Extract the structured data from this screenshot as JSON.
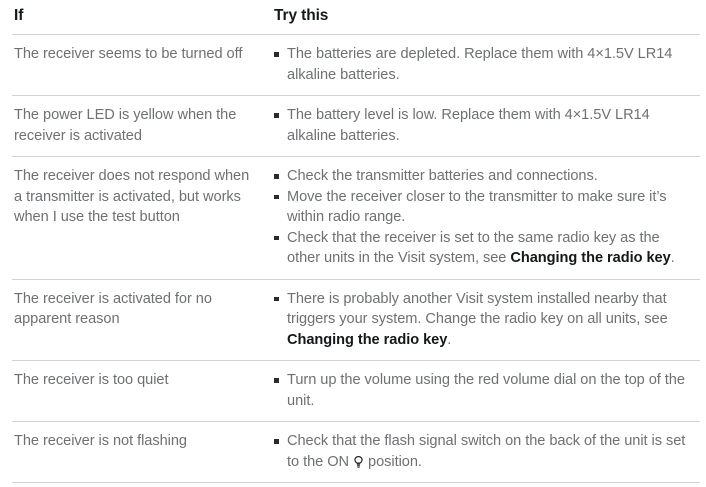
{
  "table": {
    "headers": {
      "if": "If",
      "try": "Try this"
    },
    "rows": [
      {
        "if": "The receiver seems to be turned off",
        "bullets": [
          {
            "segments": [
              {
                "text": "The batteries are depleted. Replace them with 4×1.5V LR14 alkaline batteries.",
                "bold": false
              }
            ]
          }
        ]
      },
      {
        "if": "The power LED is yellow when the receiver is activated",
        "bullets": [
          {
            "segments": [
              {
                "text": "The battery level is low. Replace them with 4×1.5V LR14 alkaline batteries.",
                "bold": false
              }
            ]
          }
        ]
      },
      {
        "if": "The receiver does not respond when a transmitter is activated, but works when I use the test button",
        "bullets": [
          {
            "segments": [
              {
                "text": "Check the transmitter batteries and connections.",
                "bold": false
              }
            ]
          },
          {
            "segments": [
              {
                "text": "Move the receiver closer to the transmitter to make sure it’s within radio range.",
                "bold": false
              }
            ]
          },
          {
            "segments": [
              {
                "text": "Check that the receiver is set to the same radio key as the other units in the Visit system, see ",
                "bold": false
              },
              {
                "text": "Changing the radio key",
                "bold": true
              },
              {
                "text": ".",
                "bold": false
              }
            ]
          }
        ]
      },
      {
        "if": "The receiver is activated for no apparent reason",
        "bullets": [
          {
            "segments": [
              {
                "text": "There is probably another Visit system installed nearby that triggers your system. Change the radio key on all units, see ",
                "bold": false
              },
              {
                "text": "Changing the radio key",
                "bold": true
              },
              {
                "text": ".",
                "bold": false
              }
            ]
          }
        ]
      },
      {
        "if": "The receiver is too quiet",
        "bullets": [
          {
            "segments": [
              {
                "text": "Turn up the volume using the red volume dial on the top of the unit.",
                "bold": false
              }
            ]
          }
        ]
      },
      {
        "if": "The receiver is not flashing",
        "bullets": [
          {
            "segments": [
              {
                "text": "Check that the flash signal switch on the back of the unit is set to the ON ",
                "bold": false
              },
              {
                "icon": "lightbulb-icon"
              },
              {
                "text": " position.",
                "bold": false
              }
            ]
          }
        ]
      }
    ]
  },
  "colors": {
    "body_text": "#6e7073",
    "heading_text": "#15181b",
    "divider": "#d2d3d5",
    "bullet": "#2b2b2b",
    "background": "#ffffff"
  }
}
